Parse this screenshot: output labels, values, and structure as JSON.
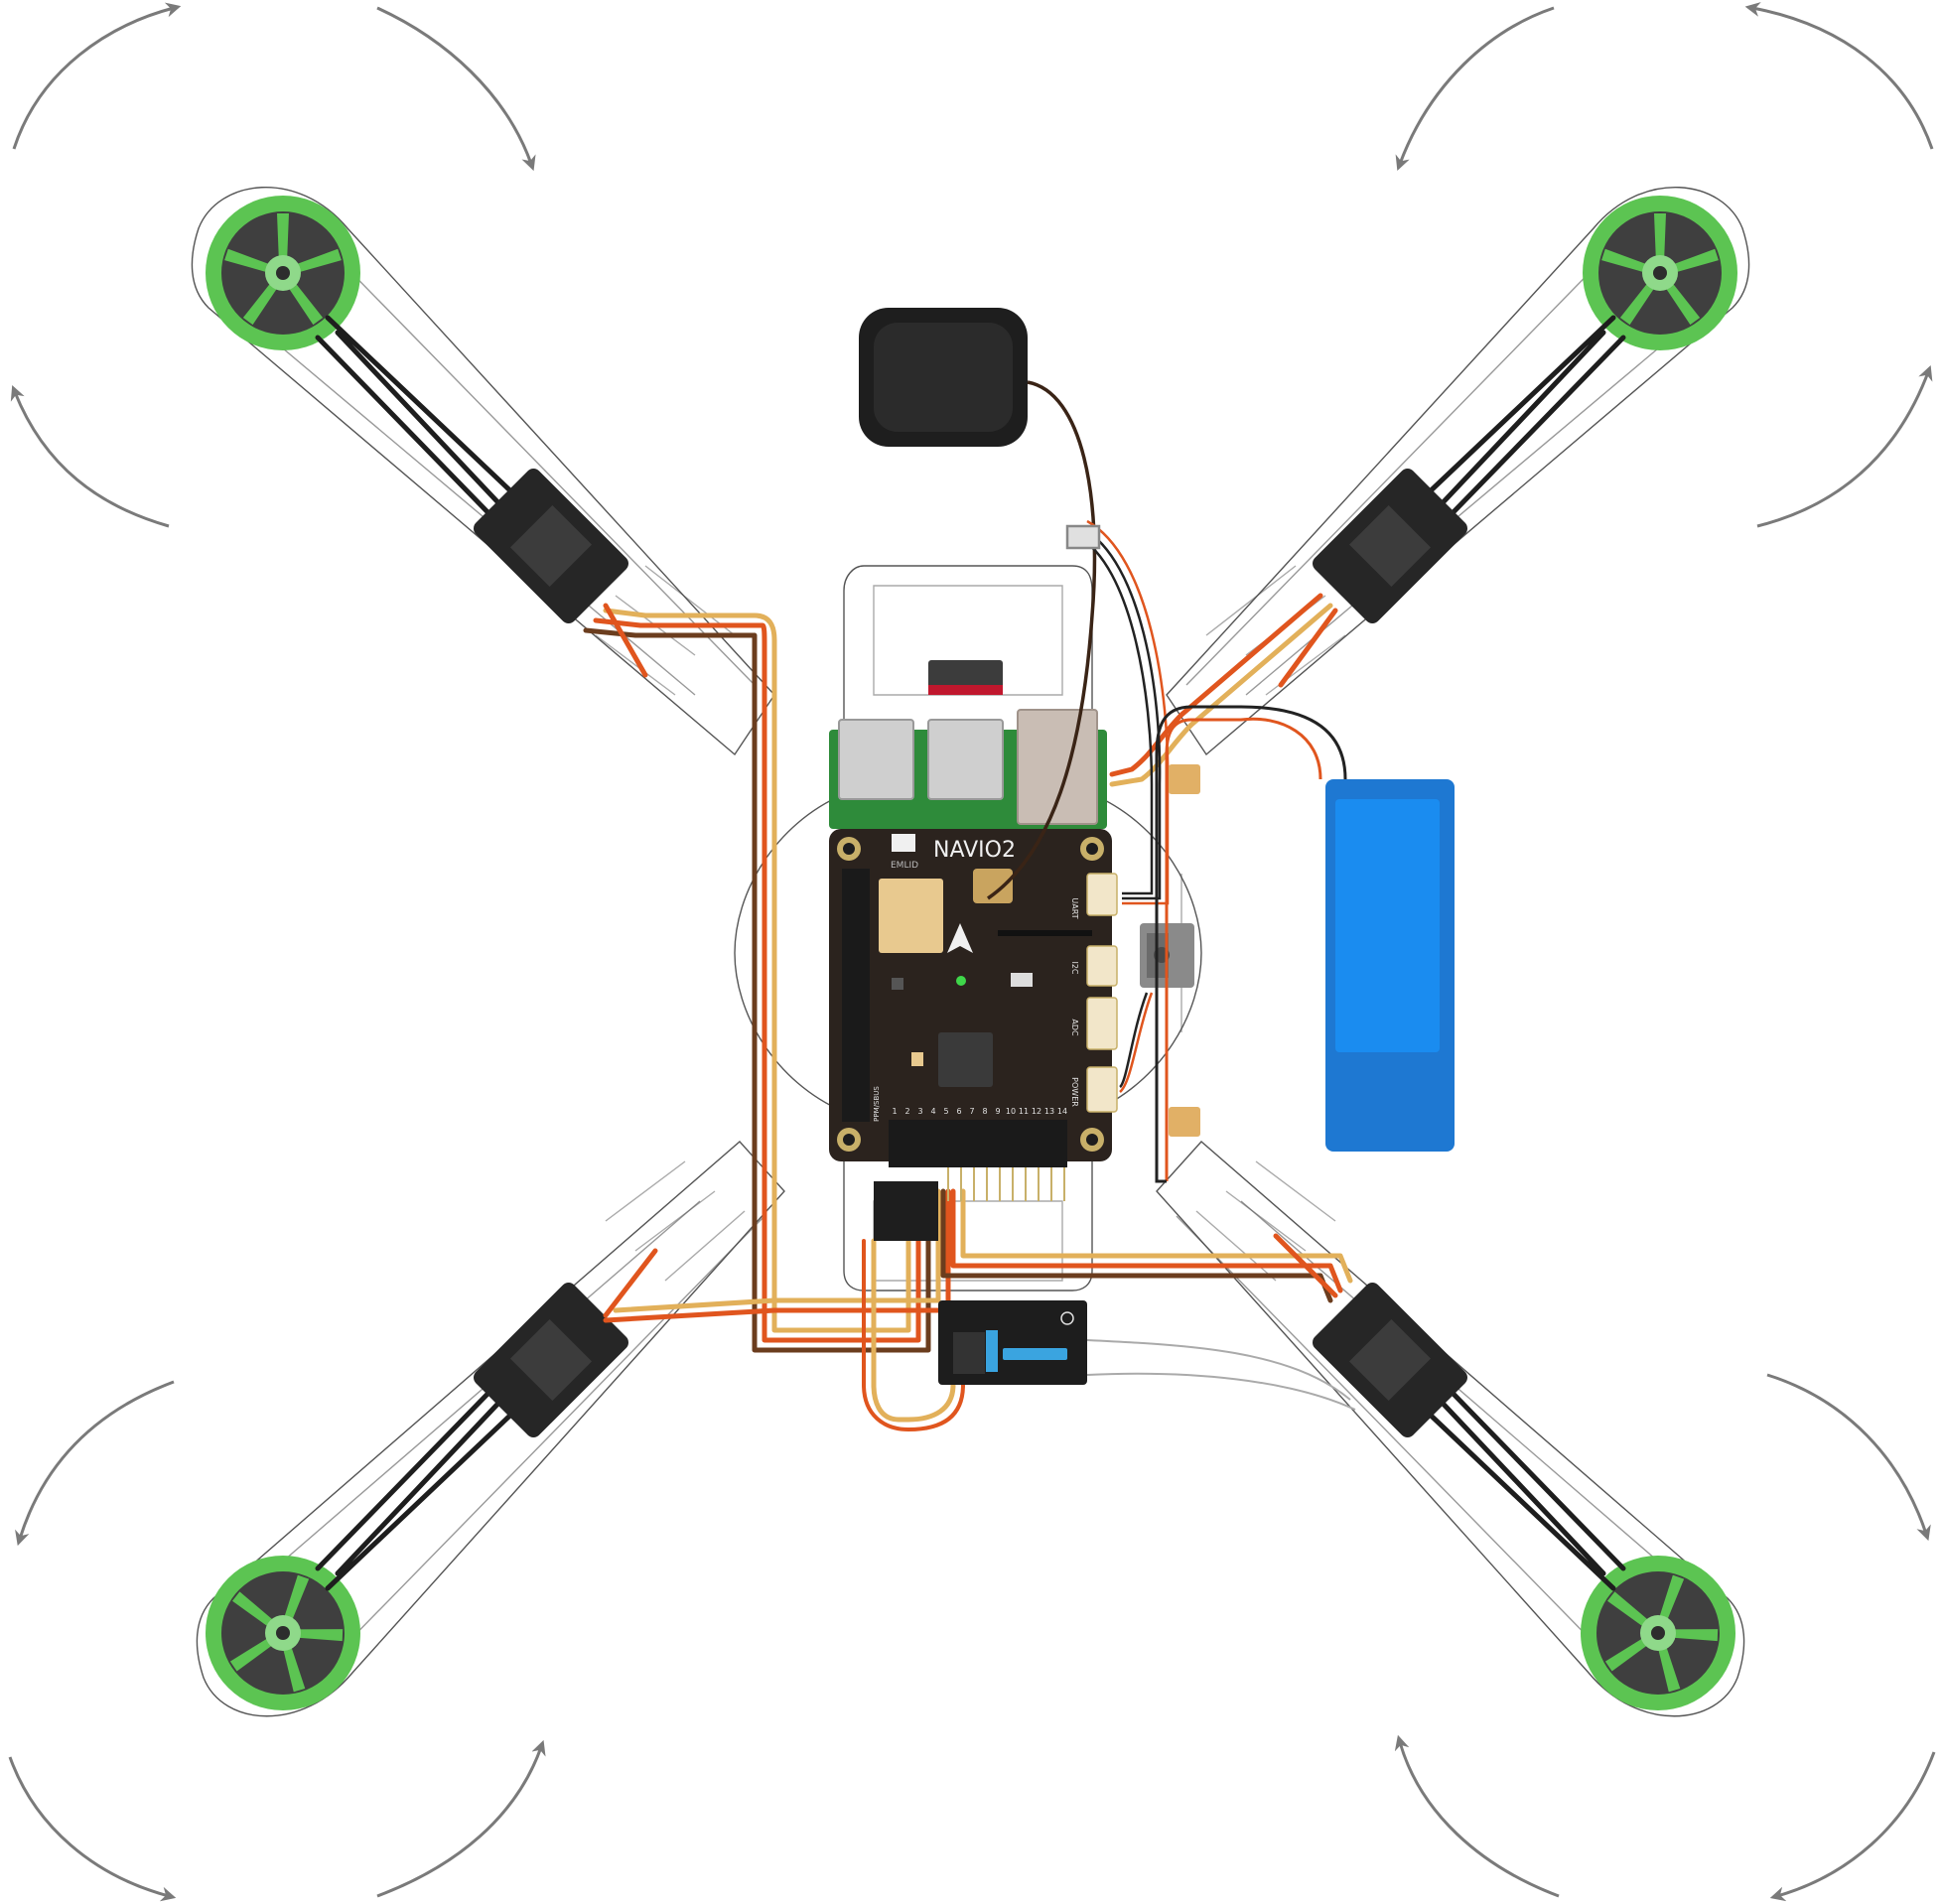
{
  "board": {
    "name": "NAVIO2",
    "brand": "EMLID",
    "ports": {
      "uart": "UART",
      "i2c": "I2C",
      "adc": "ADC",
      "power": "POWER",
      "ppm": "PPM/SBUS"
    },
    "pin_numbers": [
      "1",
      "2",
      "3",
      "4",
      "5",
      "6",
      "7",
      "8",
      "9",
      "10",
      "11",
      "12",
      "13",
      "14"
    ]
  },
  "colors": {
    "motor_green": "#5cc452",
    "motor_dark": "#3f3f3f",
    "board": "#2b231e",
    "pcb_green": "#2e8b3a",
    "battery_blue": "#1e78d2",
    "battery_light": "#1a8cf0",
    "wire_orange": "#e0551e",
    "wire_brown": "#6b3d1e",
    "wire_yellow": "#e2b05a",
    "arrow_gray": "#7a7a7a",
    "frame_line": "#555555"
  },
  "rotation": {
    "front_left": "clockwise",
    "front_right": "counter-clockwise",
    "rear_left": "counter-clockwise",
    "rear_right": "clockwise"
  }
}
